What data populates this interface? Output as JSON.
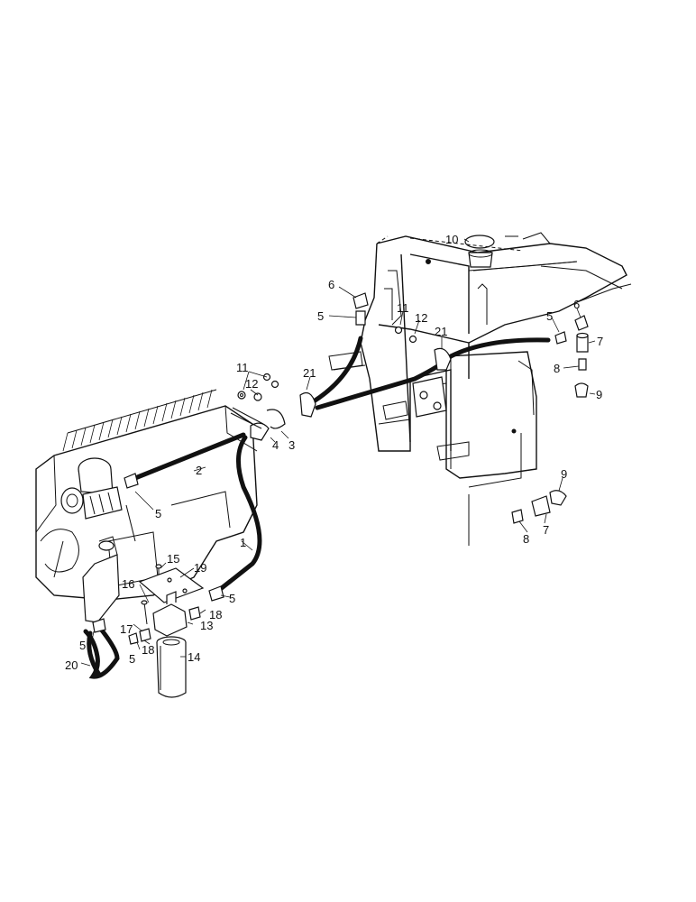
{
  "callouts": [
    {
      "id": "c1",
      "text": "1"
    },
    {
      "id": "c2",
      "text": "2"
    },
    {
      "id": "c3",
      "text": "3"
    },
    {
      "id": "c4",
      "text": "4"
    },
    {
      "id": "c5a",
      "text": "5"
    },
    {
      "id": "c5b",
      "text": "5"
    },
    {
      "id": "c5c",
      "text": "5"
    },
    {
      "id": "c5d",
      "text": "5"
    },
    {
      "id": "c5e",
      "text": "5"
    },
    {
      "id": "c5f",
      "text": "5"
    },
    {
      "id": "c6a",
      "text": "6"
    },
    {
      "id": "c6b",
      "text": "6"
    },
    {
      "id": "c7a",
      "text": "7"
    },
    {
      "id": "c7b",
      "text": "7"
    },
    {
      "id": "c8a",
      "text": "8"
    },
    {
      "id": "c8b",
      "text": "8"
    },
    {
      "id": "c9a",
      "text": "9"
    },
    {
      "id": "c9b",
      "text": "9"
    },
    {
      "id": "c10",
      "text": "10"
    },
    {
      "id": "c11a",
      "text": "11"
    },
    {
      "id": "c11b",
      "text": "11"
    },
    {
      "id": "c12a",
      "text": "12"
    },
    {
      "id": "c12b",
      "text": "12"
    },
    {
      "id": "c13",
      "text": "13"
    },
    {
      "id": "c14",
      "text": "14"
    },
    {
      "id": "c15",
      "text": "15"
    },
    {
      "id": "c16",
      "text": "16"
    },
    {
      "id": "c17",
      "text": "17"
    },
    {
      "id": "c18a",
      "text": "18"
    },
    {
      "id": "c18b",
      "text": "18"
    },
    {
      "id": "c19",
      "text": "19"
    },
    {
      "id": "c20",
      "text": "20"
    },
    {
      "id": "c21a",
      "text": "21"
    },
    {
      "id": "c21b",
      "text": "21"
    }
  ]
}
